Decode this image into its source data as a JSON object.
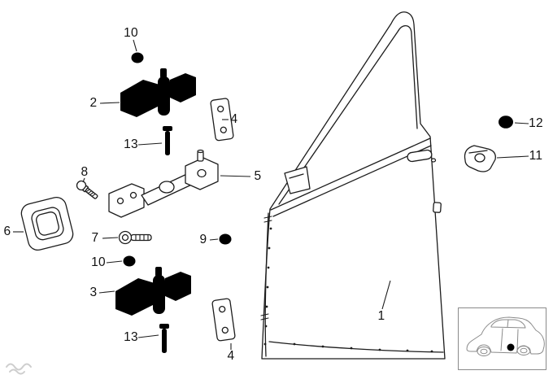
{
  "figure": {
    "type": "exploded-parts-diagram",
    "background_color": "#ffffff",
    "line_color": "#1c1c1c"
  },
  "callouts": [
    {
      "part": "10",
      "points_to": "upper-grommet"
    },
    {
      "part": "2",
      "points_to": "upper-door-hinge"
    },
    {
      "part": "4",
      "points_to": "upper-hinge-backing-plate"
    },
    {
      "part": "13",
      "points_to": "upper-hinge-pin"
    },
    {
      "part": "8",
      "points_to": "screw"
    },
    {
      "part": "5",
      "points_to": "door-brake-check-strap"
    },
    {
      "part": "6",
      "points_to": "seal-funnel"
    },
    {
      "part": "7",
      "points_to": "hex-bolt"
    },
    {
      "part": "9",
      "points_to": "grommet"
    },
    {
      "part": "10",
      "points_to": "lower-grommet"
    },
    {
      "part": "3",
      "points_to": "lower-door-hinge"
    },
    {
      "part": "13",
      "points_to": "lower-hinge-pin"
    },
    {
      "part": "4",
      "points_to": "lower-hinge-backing-plate"
    },
    {
      "part": "1",
      "points_to": "front-door"
    },
    {
      "part": "12",
      "points_to": "cap"
    },
    {
      "part": "11",
      "points_to": "bracket-cover"
    }
  ],
  "inset": {
    "description": "car-location-thumbnail",
    "marker_color": "#000000"
  }
}
